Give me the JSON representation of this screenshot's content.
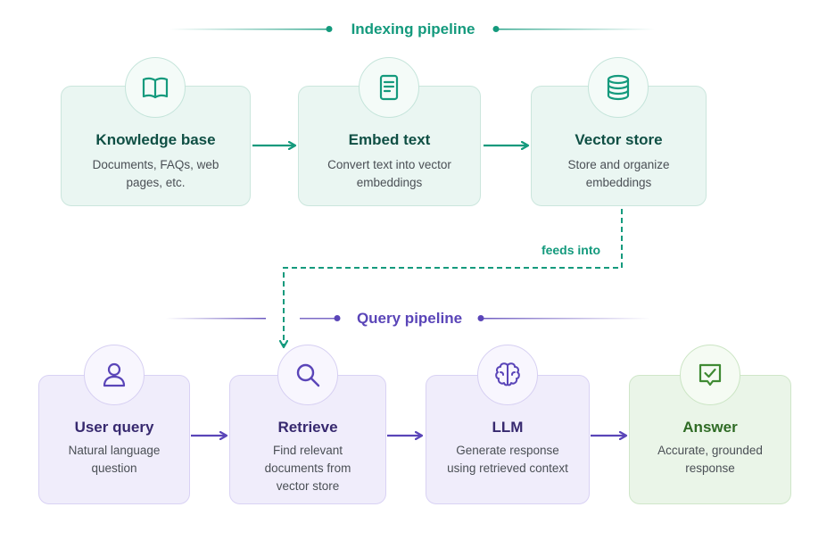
{
  "indexing": {
    "title": "Indexing pipeline",
    "steps": [
      {
        "title": "Knowledge base",
        "desc": "Documents, FAQs, web pages, etc.",
        "icon": "book-icon"
      },
      {
        "title": "Embed text",
        "desc": "Convert text into vector embeddings",
        "icon": "document-icon"
      },
      {
        "title": "Vector store",
        "desc": "Store and organize embeddings",
        "icon": "database-icon"
      }
    ]
  },
  "connector": {
    "label": "feeds into"
  },
  "query": {
    "title": "Query pipeline",
    "steps": [
      {
        "title": "User query",
        "desc": "Natural language question",
        "icon": "user-icon"
      },
      {
        "title": "Retrieve",
        "desc": "Find relevant documents from vector store",
        "icon": "search-icon"
      },
      {
        "title": "LLM",
        "desc": "Generate response using retrieved context",
        "icon": "brain-icon"
      },
      {
        "title": "Answer",
        "desc": "Accurate, grounded response",
        "icon": "check-message-icon"
      }
    ]
  },
  "colors": {
    "teal": "#149a7d",
    "purple": "#5a45b8",
    "green": "#3f8a33"
  }
}
